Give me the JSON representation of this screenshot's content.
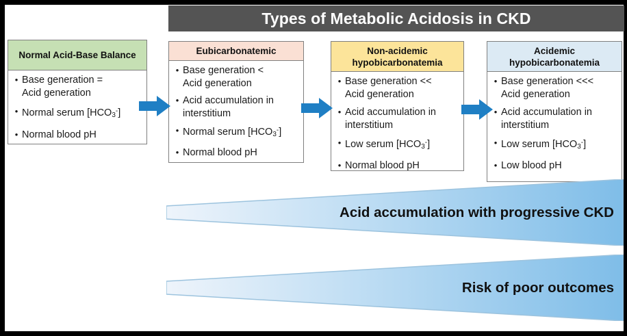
{
  "title": "Types of Metabolic Acidosis in CKD",
  "stages": [
    {
      "id": "normal-acid-base-balance",
      "header": "Normal Acid-Base Balance",
      "header_color": "#c6e0b4",
      "bullets": [
        {
          "prefix": "Base generation =",
          "suffix": "Acid generation"
        },
        {
          "prefix": "Normal serum [HCO",
          "sub": "3",
          "sup": "-",
          "post": "]"
        },
        {
          "prefix": "Normal blood pH"
        }
      ]
    },
    {
      "id": "eubicarbonatemic",
      "header": "Eubicarbonatemic",
      "header_color": "#fae0d4",
      "bullets": [
        {
          "prefix": "Base generation <",
          "suffix": "Acid generation"
        },
        {
          "prefix": "Acid accumulation in",
          "suffix": "interstitium"
        },
        {
          "prefix": "Normal serum [HCO",
          "sub": "3",
          "sup": "-",
          "post": "]"
        },
        {
          "prefix": "Normal blood pH"
        }
      ]
    },
    {
      "id": "non-acidemic-hypobicarbonatemia",
      "header": "Non-acidemic hypobicarbonatemia",
      "header_color": "#fce49a",
      "bullets": [
        {
          "prefix": "Base generation <<",
          "suffix": "Acid generation"
        },
        {
          "prefix": "Acid accumulation in",
          "suffix": "interstitium"
        },
        {
          "prefix": "Low serum [HCO",
          "sub": "3",
          "sup": "-",
          "post": "]"
        },
        {
          "prefix": "Normal blood pH"
        }
      ]
    },
    {
      "id": "acidemic-hypobicarbonatemia",
      "header": "Acidemic hypobicarbonatemia",
      "header_color": "#dceaf4",
      "bullets": [
        {
          "prefix": "Base generation <<<",
          "suffix": "Acid generation"
        },
        {
          "prefix": "Acid accumulation in",
          "suffix": "interstitium"
        },
        {
          "prefix": "Low serum [HCO",
          "sub": "3",
          "sup": "-",
          "post": "]"
        },
        {
          "prefix": "Low blood pH"
        }
      ]
    }
  ],
  "arrows": {
    "color": "#1f7fc4",
    "count": 3,
    "name": "progression-arrow"
  },
  "wedges": [
    {
      "id": "acid-accumulation",
      "label": "Acid accumulation with progressive CKD"
    },
    {
      "id": "risk-poor-outcomes",
      "label": "Risk of poor outcomes"
    }
  ],
  "colors": {
    "title_bar": "#545454",
    "title_text": "#ffffff",
    "arrow_blue": "#1f7fc4",
    "wedge_light": "#eaf2fa",
    "wedge_dark": "#8cc2e8",
    "frame": "#000000",
    "box_border": "#7f7f7f"
  },
  "bullet_glyph": "•"
}
